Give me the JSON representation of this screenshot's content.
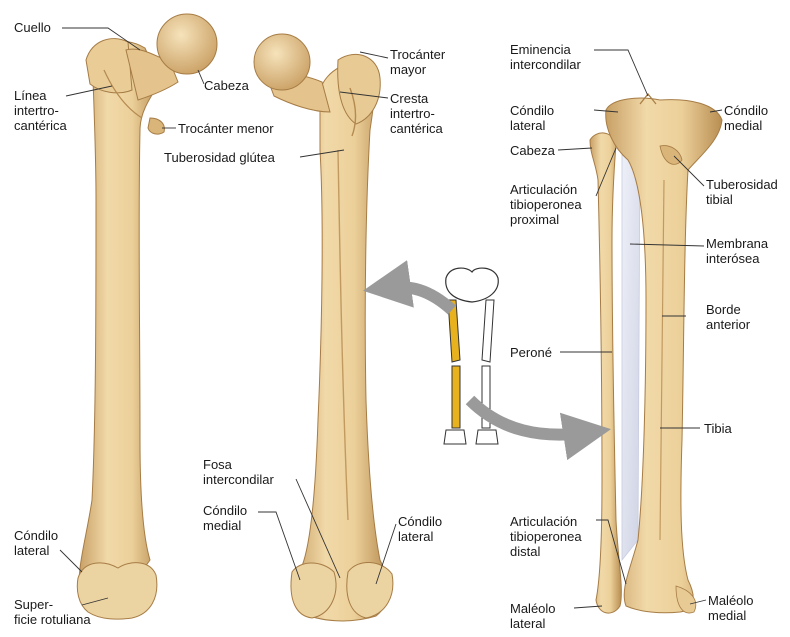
{
  "labels": {
    "cuello": "Cuello",
    "cabeza_femur": "Cabeza",
    "linea_intertrocanterica": "Línea\nintertro-\ncantérica",
    "trocanter_menor": "Trocánter menor",
    "tuberosidad_glutea": "Tuberosidad glútea",
    "trocanter_mayor": "Trocánter\nmayor",
    "cresta_intertrocanterica": "Cresta\nintertro-\ncantérica",
    "condilo_lateral_femur_anterior": "Cóndilo\nlateral",
    "superficie_rotuliana": "Super-\nficie rotuliana",
    "fosa_intercondilar": "Fosa\nintercondilar",
    "condilo_medial_femur": "Cóndilo\nmedial",
    "condilo_lateral_femur_posterior": "Cóndilo\nlateral",
    "eminencia_intercondilar": "Eminencia\nintercondilar",
    "condilo_lateral_tibia": "Cóndilo\nlateral",
    "condilo_medial_tibia": "Cóndilo\nmedial",
    "cabeza_perone": "Cabeza",
    "articulacion_proximal": "Articulación\ntibioperonea\nproximal",
    "tuberosidad_tibial": "Tuberosidad\ntibial",
    "membrana_interosea": "Membrana\ninterósea",
    "borde_anterior": "Borde\nanterior",
    "perone": "Peroné",
    "tibia": "Tibia",
    "articulacion_distal": "Articulación\ntibioperonea\ndistal",
    "maleolo_lateral": "Maléolo\nlateral",
    "maleolo_medial": "Maléolo\nmedial"
  },
  "colors": {
    "bone": "#e6c690",
    "bone_light": "#f3ddb0",
    "bone_shadow": "#c49a5e",
    "bone_outline": "#a67c45",
    "membrane": "#dfe2ee",
    "highlight_bone": "#e8b21e",
    "arrow": "#9a9a9a",
    "leader_line": "#333333"
  }
}
